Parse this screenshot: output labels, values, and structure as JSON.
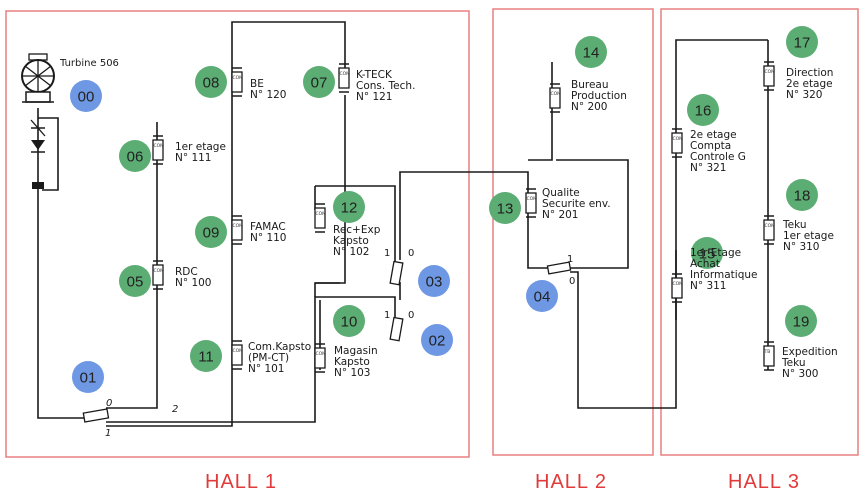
{
  "halls": [
    "HALL 1",
    "HALL 2",
    "HALL 3"
  ],
  "turbine_label": "Turbine 506",
  "colors": {
    "green": "#5cad73",
    "blue": "#6f98e4",
    "hall_border": "#e88080",
    "hall_title": "#e23a3a"
  },
  "nodes": [
    {
      "num": "00",
      "color": "blue"
    },
    {
      "num": "01",
      "color": "blue"
    },
    {
      "num": "02",
      "color": "blue"
    },
    {
      "num": "03",
      "color": "blue"
    },
    {
      "num": "04",
      "color": "blue"
    },
    {
      "num": "05",
      "color": "green",
      "label": [
        "RDC",
        "N° 100"
      ]
    },
    {
      "num": "06",
      "color": "green",
      "label": [
        "1er etage",
        "N° 111"
      ]
    },
    {
      "num": "07",
      "color": "green",
      "label": [
        "K-TECK",
        "Cons. Tech.",
        "N° 121"
      ]
    },
    {
      "num": "08",
      "color": "green",
      "label": [
        "BE",
        "N° 120"
      ]
    },
    {
      "num": "09",
      "color": "green",
      "label": [
        "FAMAC",
        "N° 110"
      ]
    },
    {
      "num": "10",
      "color": "green",
      "label": [
        "Magasin",
        "Kapsto",
        "N° 103"
      ]
    },
    {
      "num": "11",
      "color": "green",
      "label": [
        "Com.Kapsto",
        "(PM-CT)",
        "N° 101"
      ]
    },
    {
      "num": "12",
      "color": "green",
      "label": [
        "Rec+Exp",
        "Kapsto",
        "N° 102"
      ]
    },
    {
      "num": "13",
      "color": "green",
      "label": [
        "Qualite",
        "Securite env.",
        "N° 201"
      ]
    },
    {
      "num": "14",
      "color": "green",
      "label": [
        "Bureau",
        "Production",
        "N° 200"
      ]
    },
    {
      "num": "15",
      "color": "green",
      "label": [
        "1er Etage",
        "Achat",
        "Informatique",
        "N° 311"
      ]
    },
    {
      "num": "16",
      "color": "green",
      "label": [
        "2e etage",
        "Compta",
        "Controle G",
        "N° 321"
      ]
    },
    {
      "num": "17",
      "color": "green",
      "label": [
        "Direction",
        "2e etage",
        "N° 320"
      ]
    },
    {
      "num": "18",
      "color": "green",
      "label": [
        "Teku",
        "1er etage",
        "N° 310"
      ]
    },
    {
      "num": "19",
      "color": "green",
      "label": [
        "Expedition",
        "Teku",
        "N° 300"
      ]
    }
  ],
  "switch_labels": {
    "s01": [
      "0",
      "1",
      "2"
    ],
    "s03": [
      "1",
      "0"
    ],
    "s02": [
      "1",
      "0"
    ],
    "s04": [
      "1",
      "0"
    ]
  },
  "phone_tag": "COM",
  "phone_tag_alt": "TB"
}
